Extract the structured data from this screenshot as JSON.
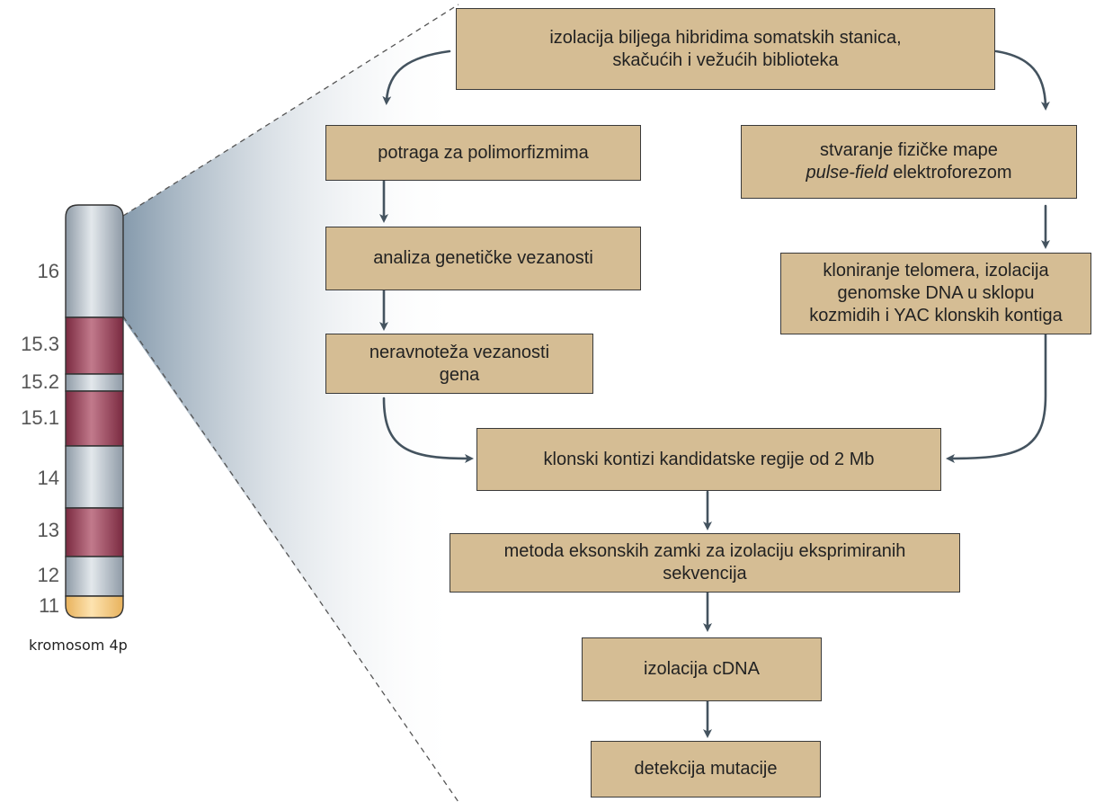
{
  "chromosome": {
    "caption": "kromosom 4p",
    "bands": [
      "16",
      "15.3",
      "15.2",
      "15.1",
      "14",
      "13",
      "12",
      "11"
    ]
  },
  "boxes": {
    "isolation_markers": {
      "lines": [
        "izolacija biljega hibridima somatskih stanica,",
        "skačućih i vežućih biblioteka"
      ]
    },
    "polymorphism_search": {
      "lines": [
        "potraga za polimorfizmima"
      ]
    },
    "linkage_analysis": {
      "lines": [
        "analiza genetičke vezanosti"
      ]
    },
    "linkage_disequilibrium": {
      "lines": [
        "neravnoteža vezanosti",
        "gena"
      ]
    },
    "physical_map": {
      "line1": "stvaranje fizičke mape",
      "line2_italic": "pulse-field",
      "line2_rest": " elektroforezom"
    },
    "telomere_cloning": {
      "lines": [
        "kloniranje telomera, izolacija",
        "genomske DNA u sklopu",
        "kozmidih i YAC klonskih kontiga"
      ]
    },
    "clone_contigs": {
      "lines": [
        "klonski kontizi kandidatske regije od 2 Mb"
      ]
    },
    "exon_trapping": {
      "lines": [
        "metoda eksonskih zamki za izolaciju eksprimiranih",
        "sekvencija"
      ]
    },
    "cdna_isolation": {
      "lines": [
        "izolacija cDNA"
      ]
    },
    "mutation_detection": {
      "lines": [
        "detekcija mutacije"
      ]
    }
  },
  "colors": {
    "box_fill": "#d5bd94",
    "box_border": "#3a3a3a",
    "arrow": "#44535f",
    "chromosome_grey": "#c4ccd4",
    "chromosome_maroon": "#9e3f58",
    "chromosome_tip": "#f6c878",
    "shade": "#8096a8"
  }
}
